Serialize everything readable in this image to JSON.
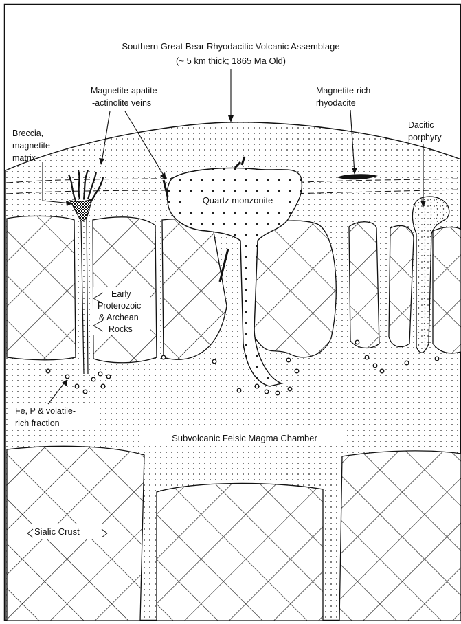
{
  "title": {
    "line1": "Southern Great Bear Rhyodacitic Volcanic Assemblage",
    "line2": "(~ 5 km thick; 1865 Ma Old)"
  },
  "labels": {
    "breccia": [
      "Breccia,",
      "magnetite",
      "matrix"
    ],
    "veins": [
      "Magnetite-apatite",
      "-actinolite veins"
    ],
    "rhyodacite": [
      "Magnetite-rich",
      "rhyodacite"
    ],
    "porphyry": [
      "Dacitic",
      "porphyry"
    ],
    "quartz_monzonite": "Quartz monzonite",
    "basement": [
      "Early",
      "Proterozoic",
      "& Archean",
      "Rocks"
    ],
    "fraction": [
      "Fe, P  & volatile-",
      "rich fraction"
    ],
    "magma_chamber": "Subvolcanic Felsic Magma Chamber",
    "crust": "Sialic Crust"
  },
  "colors": {
    "ink": "#111111",
    "background": "#ffffff"
  }
}
